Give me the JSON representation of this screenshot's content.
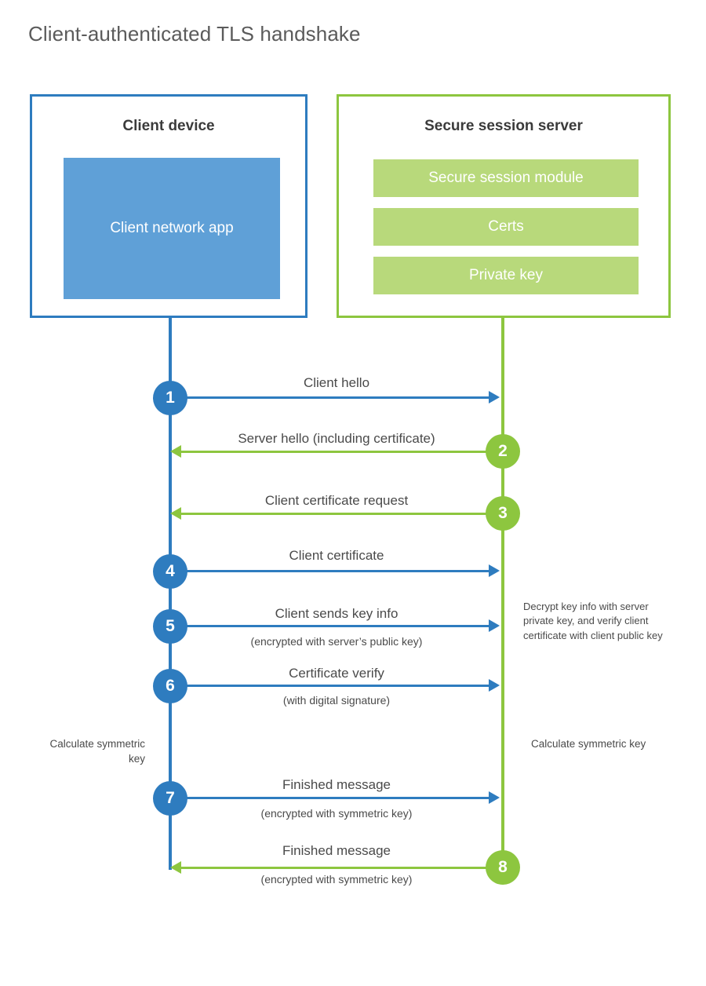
{
  "title": "Client-authenticated TLS handshake",
  "colors": {
    "client_blue": "#2E7CBF",
    "client_app_fill": "#5FA0D7",
    "server_green": "#8DC63F",
    "server_module_fill": "#B8D97B",
    "text_gray": "#4a4a4a",
    "title_gray": "#5b5b5b",
    "background": "#ffffff"
  },
  "client": {
    "title": "Client device",
    "app_label": "Client network app"
  },
  "server": {
    "title": "Secure session server",
    "modules": [
      {
        "label": "Secure session module"
      },
      {
        "label": "Certs"
      },
      {
        "label": "Private key"
      }
    ]
  },
  "notes": {
    "server_decrypt": "Decrypt key info with server private key, and verify client certificate with client public key",
    "client_calculate": "Calculate symmetric key",
    "server_calculate": "Calculate symmetric key"
  },
  "steps": [
    {
      "number": "1",
      "label": "Client hello",
      "sublabel": "",
      "direction": "client-to-server",
      "color": "blue"
    },
    {
      "number": "2",
      "label": "Server hello (including certificate)",
      "sublabel": "",
      "direction": "server-to-client",
      "color": "green"
    },
    {
      "number": "3",
      "label": "Client certificate request",
      "sublabel": "",
      "direction": "server-to-client",
      "color": "green"
    },
    {
      "number": "4",
      "label": "Client certificate",
      "sublabel": "",
      "direction": "client-to-server",
      "color": "blue"
    },
    {
      "number": "5",
      "label": "Client sends key info",
      "sublabel": "(encrypted with server’s public key)",
      "direction": "client-to-server",
      "color": "blue"
    },
    {
      "number": "6",
      "label": "Certificate verify",
      "sublabel": "(with digital signature)",
      "direction": "client-to-server",
      "color": "blue"
    },
    {
      "number": "7",
      "label": "Finished message",
      "sublabel": "(encrypted with symmetric key)",
      "direction": "client-to-server",
      "color": "blue"
    },
    {
      "number": "8",
      "label": "Finished message",
      "sublabel": "(encrypted with symmetric key)",
      "direction": "server-to-client",
      "color": "green"
    }
  ]
}
